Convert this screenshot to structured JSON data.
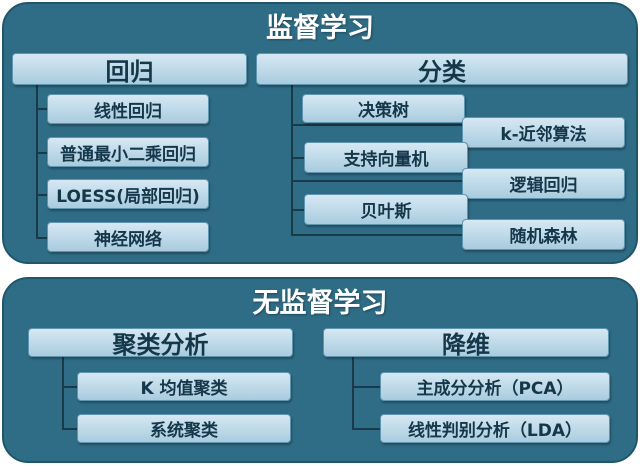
{
  "supervised": {
    "title": "监督学习",
    "regression": {
      "label": "回归",
      "items": [
        "线性回归",
        "普通最小二乘回归",
        "LOESS(局部回归)",
        "神经网络"
      ]
    },
    "classification": {
      "label": "分类",
      "items": [
        "决策树",
        "k-近邻算法",
        "支持向量机",
        "逻辑回归",
        "贝叶斯",
        "随机森林"
      ]
    }
  },
  "unsupervised": {
    "title": "无监督学习",
    "clustering": {
      "label": "聚类分析",
      "items": [
        "K 均值聚类",
        "系统聚类"
      ]
    },
    "dimensionality_reduction": {
      "label": "降维",
      "items": [
        "主成分分析（PCA）",
        "线性判别分析（LDA）"
      ]
    }
  },
  "colors": {
    "panel": "#2f6d86",
    "box": "#c0dcea",
    "text": "#15374a"
  }
}
